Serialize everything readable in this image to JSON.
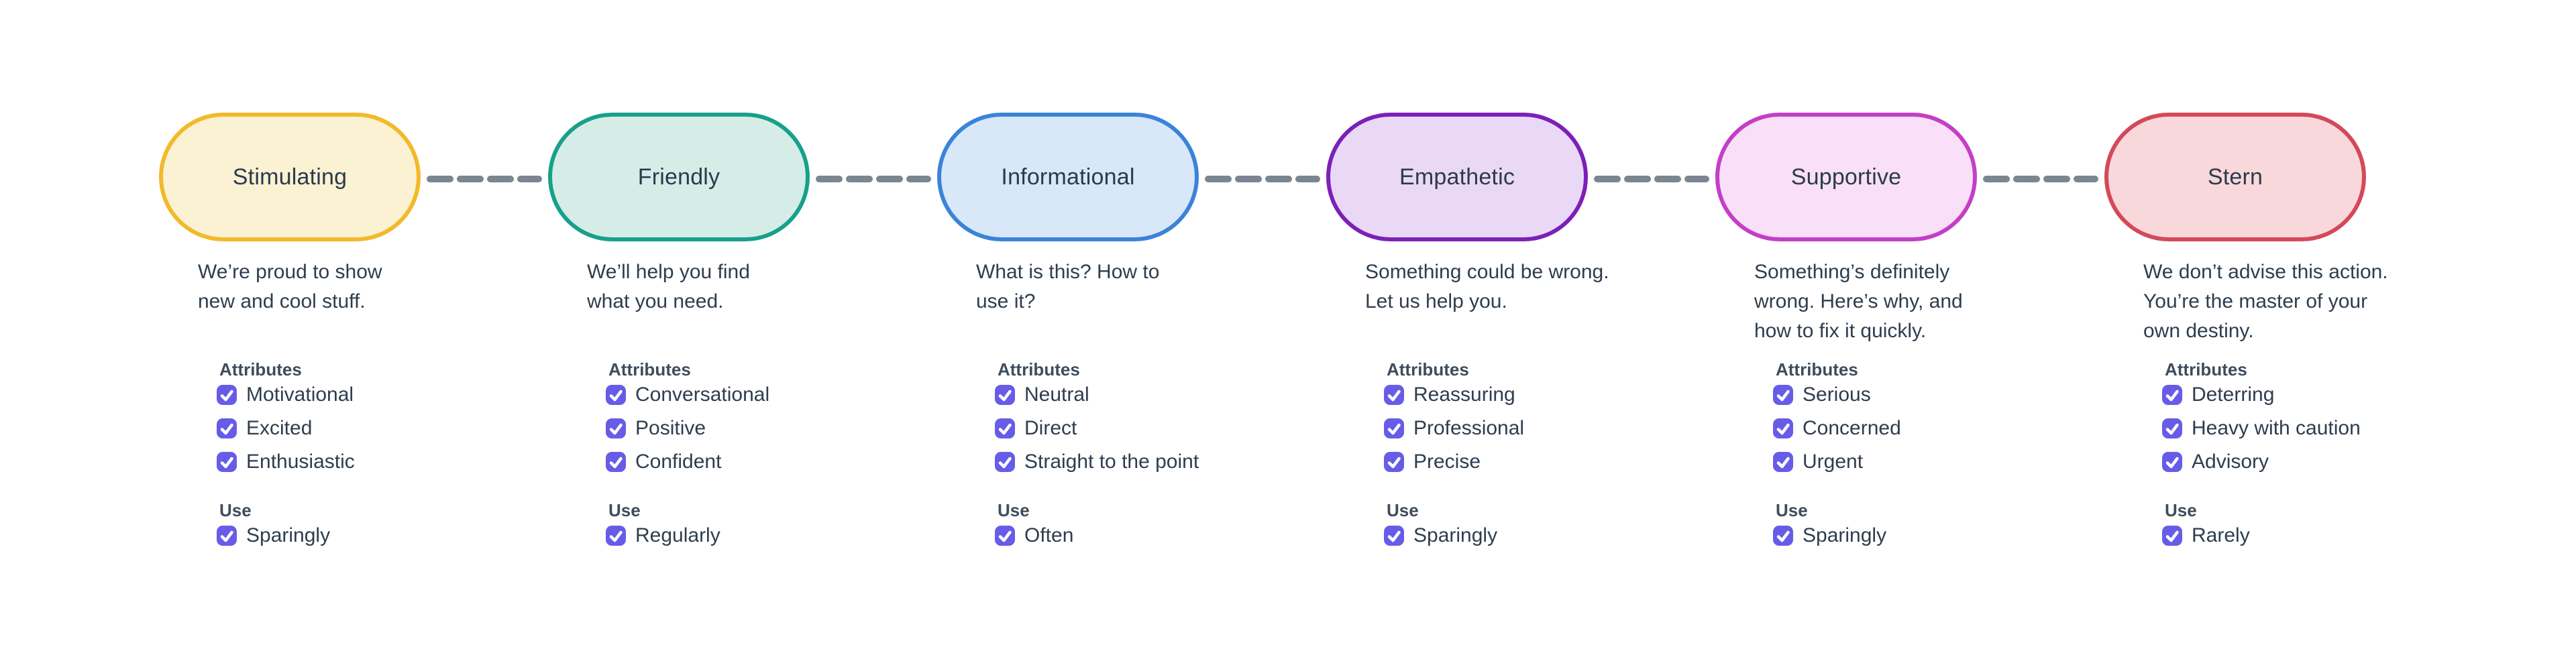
{
  "labels": {
    "attributes": "Attributes",
    "use": "Use"
  },
  "colors": {
    "background": "#FFFFFF",
    "checkbox": "#675CE8",
    "connector_dash": "#7B8693",
    "text": "#2E3D4E",
    "heading": "#3E4D5C"
  },
  "tones": [
    {
      "name": "Stimulating",
      "fill": "#FBF1D3",
      "border": "#F2B929",
      "description": [
        "We’re proud to show",
        "new and cool stuff."
      ],
      "attributes": [
        "Motivational",
        "Excited",
        "Enthusiastic"
      ],
      "use": "Sparingly"
    },
    {
      "name": "Friendly",
      "fill": "#D6EDE7",
      "border": "#17A08B",
      "description": [
        "We’ll help you find",
        "what you need."
      ],
      "attributes": [
        "Conversational",
        "Positive",
        "Confident"
      ],
      "use": "Regularly"
    },
    {
      "name": "Informational",
      "fill": "#D8E8F8",
      "border": "#3B83D8",
      "description": [
        "What is this? How to",
        "use it?"
      ],
      "attributes": [
        "Neutral",
        "Direct",
        "Straight to the point"
      ],
      "use": "Often"
    },
    {
      "name": "Empathetic",
      "fill": "#EAD9F6",
      "border": "#7B20B8",
      "description": [
        "Something could be wrong.",
        "Let us help you."
      ],
      "attributes": [
        "Reassuring",
        "Professional",
        "Precise"
      ],
      "use": "Sparingly"
    },
    {
      "name": "Supportive",
      "fill": "#F9DFF8",
      "border": "#C33FC7",
      "description": [
        "Something’s definitely",
        "wrong. Here’s why, and",
        "how to fix it quickly."
      ],
      "attributes": [
        "Serious",
        "Concerned",
        "Urgent"
      ],
      "use": "Sparingly"
    },
    {
      "name": "Stern",
      "fill": "#F9D8DB",
      "border": "#D4495A",
      "description": [
        "We don’t advise this action.",
        "You’re the master of your",
        "own destiny."
      ],
      "attributes": [
        "Deterring",
        "Heavy with caution",
        "Advisory"
      ],
      "use": "Rarely"
    }
  ]
}
